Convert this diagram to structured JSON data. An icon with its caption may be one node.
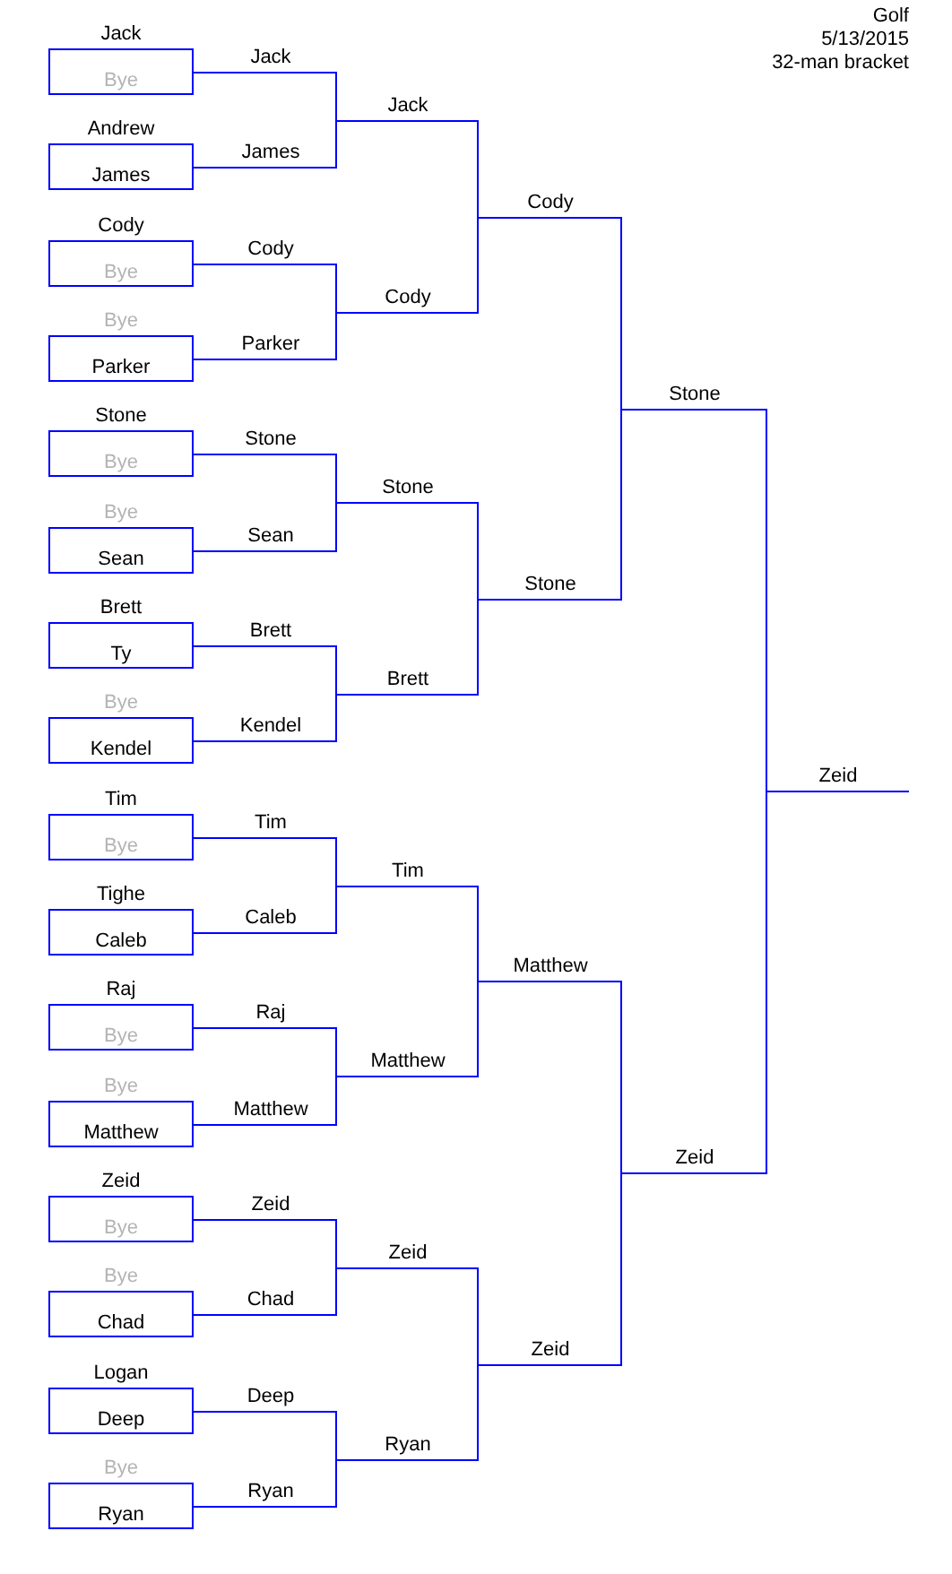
{
  "diagram": {
    "title": "Golf",
    "nodes": [
      {
        "text": [
          "Jack",
          "Bye"
        ]
      },
      {
        "text": [
          "Andrew",
          "James"
        ]
      },
      {
        "text": [
          "Cody",
          "Bye"
        ]
      },
      {
        "text": [
          "Bye",
          "Parker"
        ]
      },
      {
        "text": [
          "Stone",
          "Bye"
        ]
      },
      {
        "text": [
          "Bye",
          "Sean"
        ]
      },
      {
        "text": [
          "Brett",
          "Ty"
        ]
      },
      {
        "text": [
          "Bye",
          "Kendel"
        ]
      },
      {
        "text": [
          "Tim",
          "Bye"
        ]
      },
      {
        "text": [
          "Tighe",
          "Caleb"
        ]
      },
      {
        "text": [
          "Raj",
          "Bye"
        ]
      },
      {
        "text": [
          "Bye",
          "Matthew"
        ]
      },
      {
        "text": [
          "Zeid",
          "Bye"
        ]
      },
      {
        "text": [
          "Bye",
          "Chad"
        ]
      },
      {
        "text": [
          "Logan",
          "Deep"
        ]
      },
      {
        "text": [
          "Bye",
          "Ryan"
        ]
      },
      {
        "text": [
          "Jack"
        ]
      },
      {
        "text": [
          "James"
        ]
      },
      {
        "text": [
          "Cody"
        ]
      },
      {
        "text": [
          "Parker"
        ]
      },
      {
        "text": [
          "Stone"
        ]
      },
      {
        "text": [
          "Sean"
        ]
      },
      {
        "text": [
          "Brett"
        ]
      },
      {
        "text": [
          "Kendel"
        ]
      },
      {
        "text": [
          "Tim"
        ]
      },
      {
        "text": [
          "Caleb"
        ]
      },
      {
        "text": [
          "Raj"
        ]
      },
      {
        "text": [
          "Matthew"
        ]
      },
      {
        "text": [
          "Zeid"
        ]
      },
      {
        "text": [
          "Chad"
        ]
      },
      {
        "text": [
          "Deep"
        ]
      },
      {
        "text": [
          "Ryan"
        ]
      },
      {
        "text": [
          "Jack"
        ]
      },
      {
        "text": [
          "Cody"
        ]
      },
      {
        "text": [
          "Stone"
        ]
      },
      {
        "text": [
          "Brett"
        ]
      },
      {
        "text": [
          "Tim"
        ]
      },
      {
        "text": [
          "Matthew"
        ]
      },
      {
        "text": [
          "Zeid"
        ]
      },
      {
        "text": [
          "Ryan"
        ]
      },
      {
        "text": [
          "Cody"
        ]
      },
      {
        "text": [
          "Stone"
        ]
      },
      {
        "text": [
          "Matthew"
        ]
      },
      {
        "text": [
          "Zeid"
        ]
      },
      {
        "text": [
          "Stone"
        ]
      },
      {
        "text": [
          "Zeid"
        ]
      },
      {
        "text": [
          "Zeid"
        ]
      }
    ],
    "edges": [
      {
        "from": 0,
        "to": 16,
        "arrow": "none"
      },
      {
        "from": 1,
        "to": 17,
        "arrow": "none"
      },
      {
        "from": 2,
        "to": 18,
        "arrow": "none"
      },
      {
        "from": 3,
        "to": 19,
        "arrow": "none"
      },
      {
        "from": 4,
        "to": 20,
        "arrow": "none"
      },
      {
        "from": 5,
        "to": 21,
        "arrow": "none"
      },
      {
        "from": 6,
        "to": 22,
        "arrow": "none"
      },
      {
        "from": 7,
        "to": 23,
        "arrow": "none"
      },
      {
        "from": 8,
        "to": 24,
        "arrow": "none"
      },
      {
        "from": 9,
        "to": 25,
        "arrow": "none"
      },
      {
        "from": 10,
        "to": 26,
        "arrow": "none"
      },
      {
        "from": 11,
        "to": 27,
        "arrow": "none"
      },
      {
        "from": 12,
        "to": 28,
        "arrow": "none"
      },
      {
        "from": 13,
        "to": 29,
        "arrow": "none"
      },
      {
        "from": 14,
        "to": 30,
        "arrow": "none"
      },
      {
        "from": 15,
        "to": 31,
        "arrow": "none"
      },
      {
        "from": 16,
        "to": 32,
        "arrow": "none"
      },
      {
        "from": 17,
        "to": 32,
        "arrow": "none"
      },
      {
        "from": 18,
        "to": 33,
        "arrow": "none"
      },
      {
        "from": 19,
        "to": 33,
        "arrow": "none"
      },
      {
        "from": 20,
        "to": 34,
        "arrow": "none"
      },
      {
        "from": 21,
        "to": 34,
        "arrow": "none"
      },
      {
        "from": 22,
        "to": 35,
        "arrow": "none"
      },
      {
        "from": 23,
        "to": 35,
        "arrow": "none"
      },
      {
        "from": 24,
        "to": 36,
        "arrow": "none"
      },
      {
        "from": 25,
        "to": 36,
        "arrow": "none"
      },
      {
        "from": 26,
        "to": 37,
        "arrow": "none"
      },
      {
        "from": 27,
        "to": 37,
        "arrow": "none"
      },
      {
        "from": 28,
        "to": 38,
        "arrow": "none"
      },
      {
        "from": 29,
        "to": 38,
        "arrow": "none"
      },
      {
        "from": 30,
        "to": 39,
        "arrow": "none"
      },
      {
        "from": 31,
        "to": 39,
        "arrow": "none"
      },
      {
        "from": 32,
        "to": 40,
        "arrow": "none"
      },
      {
        "from": 33,
        "to": 40,
        "arrow": "none"
      },
      {
        "from": 34,
        "to": 41,
        "arrow": "none"
      },
      {
        "from": 35,
        "to": 41,
        "arrow": "none"
      },
      {
        "from": 36,
        "to": 42,
        "arrow": "none"
      },
      {
        "from": 37,
        "to": 42,
        "arrow": "none"
      },
      {
        "from": 38,
        "to": 43,
        "arrow": "none"
      },
      {
        "from": 39,
        "to": 43,
        "arrow": "none"
      },
      {
        "from": 40,
        "to": 44,
        "arrow": "none"
      },
      {
        "from": 41,
        "to": 44,
        "arrow": "none"
      },
      {
        "from": 42,
        "to": 45,
        "arrow": "none"
      },
      {
        "from": 43,
        "to": 45,
        "arrow": "none"
      },
      {
        "from": 44,
        "to": 46,
        "arrow": "none"
      },
      {
        "from": 45,
        "to": 46,
        "arrow": "none"
      }
    ],
    "labels": [
      "5/13/2015",
      "32-man bracket"
    ]
  }
}
